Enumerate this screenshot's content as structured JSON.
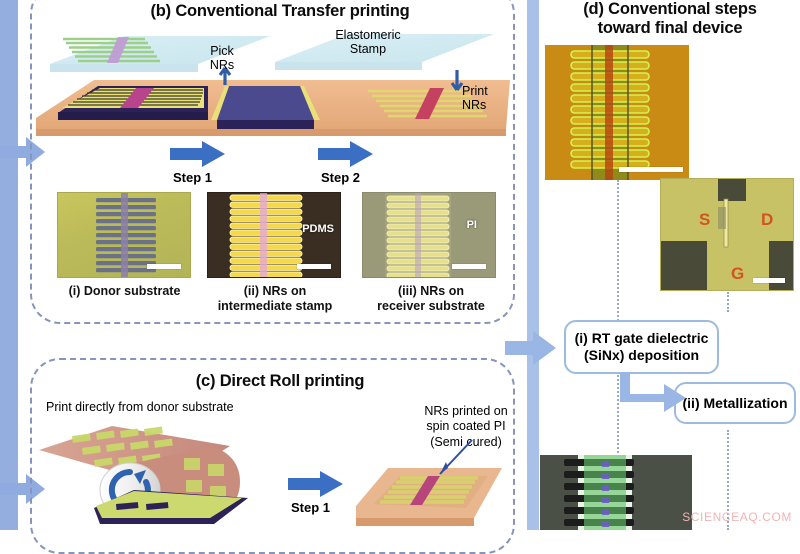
{
  "figure": {
    "watermark": "SCIENCEAQ.COM"
  },
  "panel_b": {
    "title": "(b) Conventional Transfer printing",
    "labels": {
      "pick_nrs": "Pick\nNRs",
      "pick_nrs_line1": "Pick",
      "pick_nrs_line2": "NRs",
      "elastomeric_stamp_line1": "Elastomeric",
      "elastomeric_stamp_line2": "Stamp",
      "print_nrs_line1": "Print",
      "print_nrs_line2": "NRs"
    },
    "steps": [
      {
        "label": "Step 1"
      },
      {
        "label": "Step 2"
      }
    ],
    "micrographs": [
      {
        "tag": "",
        "caption_line1": "(i) Donor substrate",
        "caption_line2": ""
      },
      {
        "tag": "PDMS",
        "caption_line1": "(ii) NRs on",
        "caption_line2": "intermediate stamp"
      },
      {
        "tag": "PI",
        "caption_line1": "(iii) NRs on",
        "caption_line2": "receiver substrate"
      }
    ]
  },
  "panel_c": {
    "title": "(c) Direct Roll printing",
    "labels": {
      "print_directly": "Print directly from donor substrate",
      "nrs_printed_line1": "NRs printed on",
      "nrs_printed_line2": "spin coated PI",
      "nrs_printed_line3": "(Semi cured)"
    },
    "steps": [
      {
        "label": "Step 1"
      }
    ]
  },
  "panel_d": {
    "title_line1": "(d) Conventional steps",
    "title_line2": "toward final device",
    "device_labels": {
      "source": "S",
      "drain": "D",
      "gate": "G"
    },
    "process_steps": [
      {
        "line1": "(i) RT gate dielectric",
        "line2": "(SiNx) deposition"
      },
      {
        "line1": "(ii) Metallization",
        "line2": ""
      }
    ]
  },
  "colors": {
    "band_blue": "#94aee0",
    "mid_band_blue": "#a9c0e8",
    "arrow_blue": "#6d93d4",
    "dash_border": "#8795bd",
    "box_border": "#9dbbe0",
    "substrate_tan": "#e8b184",
    "nr_yellow": "#e9e07a",
    "nr_magenta": "#b8448c",
    "stamp_navy": "#4b4a8f",
    "stamp_cyan": "#cfe8ee",
    "watermark_pink": "#f0b4b4"
  }
}
